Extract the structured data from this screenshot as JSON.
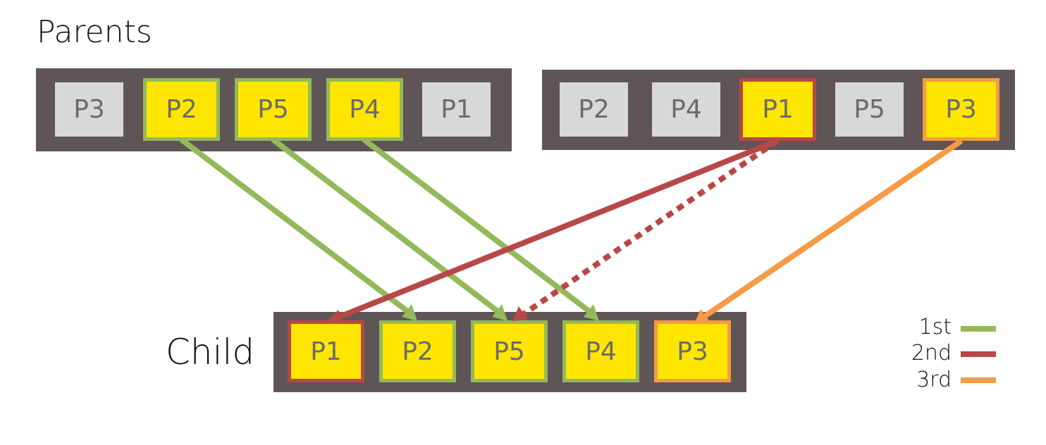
{
  "titles": {
    "parents": "Parents",
    "child": "Child"
  },
  "colors": {
    "strip": "#5f5557",
    "cell_plain": "#d8d8d8",
    "cell_highlight": "#ffe600",
    "first": "#94b95a",
    "second": "#b84747",
    "third": "#f59a45"
  },
  "parent_a": {
    "cells": [
      {
        "label": "P3",
        "highlight": false,
        "border": null
      },
      {
        "label": "P2",
        "highlight": true,
        "border": "first"
      },
      {
        "label": "P5",
        "highlight": true,
        "border": "first"
      },
      {
        "label": "P4",
        "highlight": true,
        "border": "first"
      },
      {
        "label": "P1",
        "highlight": false,
        "border": null
      }
    ]
  },
  "parent_b": {
    "cells": [
      {
        "label": "P2",
        "highlight": false,
        "border": null
      },
      {
        "label": "P4",
        "highlight": false,
        "border": null
      },
      {
        "label": "P1",
        "highlight": true,
        "border": "second"
      },
      {
        "label": "P5",
        "highlight": false,
        "border": null
      },
      {
        "label": "P3",
        "highlight": true,
        "border": "third"
      }
    ]
  },
  "child": {
    "cells": [
      {
        "label": "P1",
        "highlight": true,
        "border": "second"
      },
      {
        "label": "P2",
        "highlight": true,
        "border": "first"
      },
      {
        "label": "P5",
        "highlight": true,
        "border": "first"
      },
      {
        "label": "P4",
        "highlight": true,
        "border": "first"
      },
      {
        "label": "P3",
        "highlight": true,
        "border": "third"
      }
    ]
  },
  "legend": [
    {
      "label": "1st",
      "color": "first"
    },
    {
      "label": "2nd",
      "color": "second"
    },
    {
      "label": "3rd",
      "color": "third"
    }
  ]
}
